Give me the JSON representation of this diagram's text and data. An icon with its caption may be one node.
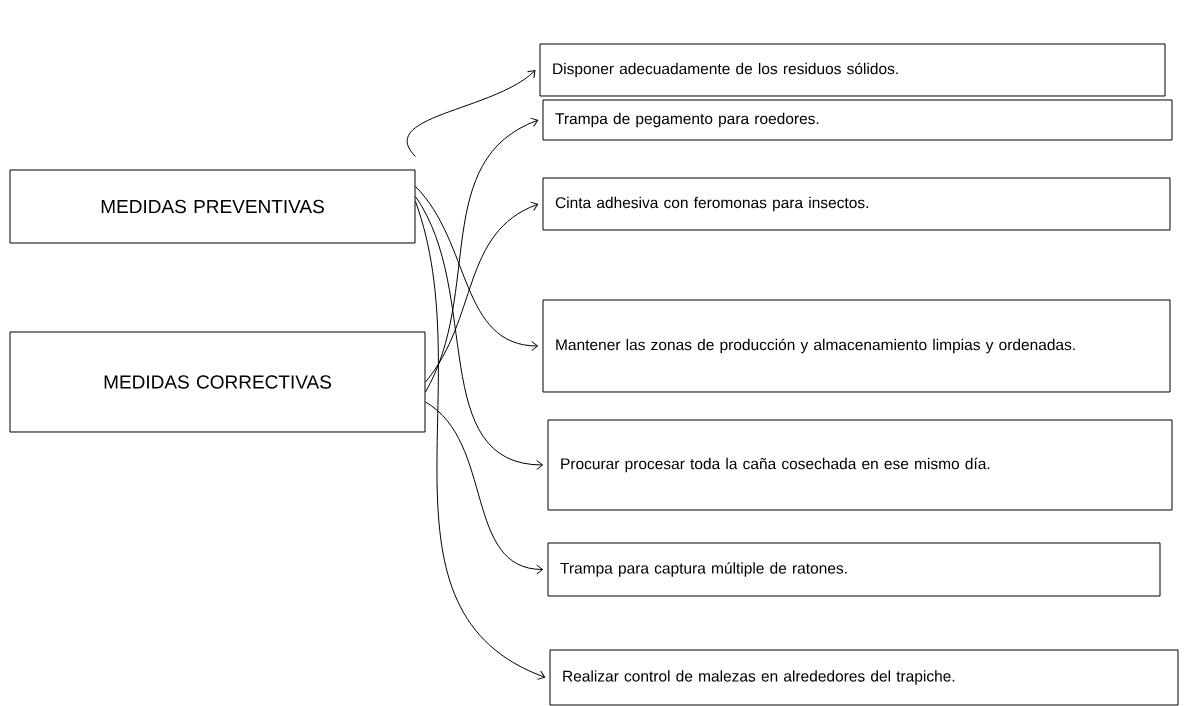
{
  "diagram": {
    "nodes": [
      {
        "text": [
          "MEDIDAS PREVENTIVAS"
        ]
      },
      {
        "text": [
          "MEDIDAS CORRECTIVAS"
        ]
      },
      {
        "text": [
          "Disponer adecuadamente de los residuos sólidos."
        ]
      },
      {
        "text": [
          "Trampa de pegamento para roedores."
        ]
      },
      {
        "text": [
          "Cinta adhesiva con feromonas para insectos."
        ]
      },
      {
        "text": [
          "Mantener las zonas de producción y almacenamiento limpias y ordenadas."
        ]
      },
      {
        "text": [
          "Procurar procesar toda la caña cosechada en ese mismo día."
        ]
      },
      {
        "text": [
          "Trampa para captura múltiple de ratones."
        ]
      },
      {
        "text": [
          "Realizar control de malezas en alrededores del trapiche."
        ]
      }
    ],
    "edges": [
      {
        "from": 0,
        "to": 2,
        "arrow": "to"
      },
      {
        "from": 0,
        "to": 5,
        "arrow": "to"
      },
      {
        "from": 0,
        "to": 6,
        "arrow": "to"
      },
      {
        "from": 0,
        "to": 8,
        "arrow": "to"
      },
      {
        "from": 1,
        "to": 3,
        "arrow": "to"
      },
      {
        "from": 1,
        "to": 4,
        "arrow": "to"
      },
      {
        "from": 1,
        "to": 7,
        "arrow": "to"
      }
    ]
  }
}
